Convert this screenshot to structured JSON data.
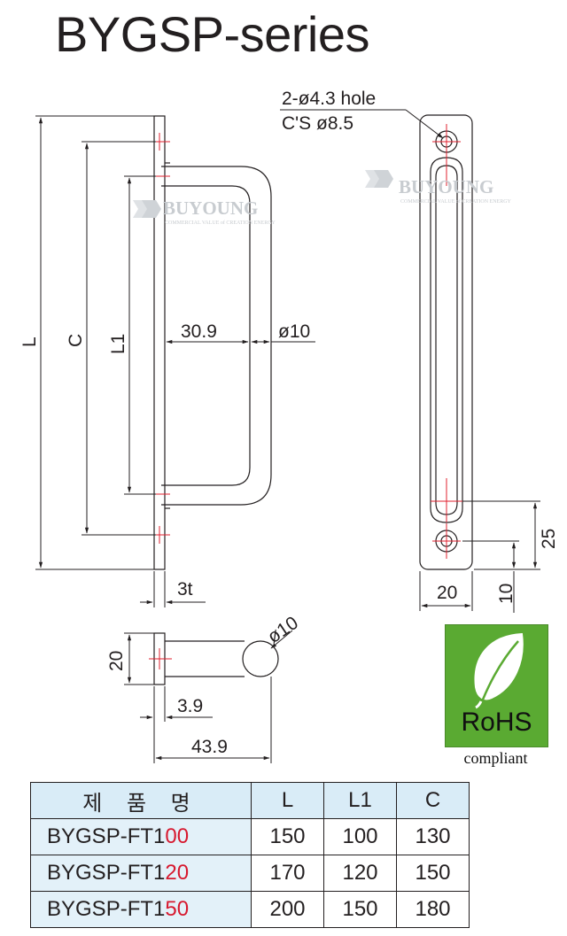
{
  "title": "BYGSP-series",
  "callouts": {
    "hole": "2-ø4.3 hole",
    "countersink": "C'S ø8.5"
  },
  "dimensions": {
    "L": "L",
    "C": "C",
    "L1": "L1",
    "width_30_9": "30.9",
    "dia_10_front": "ø10",
    "thickness": "3t",
    "width_20": "20",
    "pitch_25": "25",
    "edge_10": "10",
    "height_20": "20",
    "dia_10_side": "ø10",
    "offset_3_9": "3.9",
    "depth_43_9": "43.9"
  },
  "watermark": {
    "brand": "BUYOUNG",
    "tagline": "COMMERCIAL VALUE of CREATION ENERGY"
  },
  "rohs": {
    "label": "RoHS",
    "caption": "compliant",
    "color": "#5aaa32"
  },
  "table": {
    "headers": [
      "제 품 명",
      "L",
      "L1",
      "C"
    ],
    "rows": [
      {
        "name_prefix": "BYGSP-FT1",
        "name_suffix": "00",
        "L": "150",
        "L1": "100",
        "C": "130"
      },
      {
        "name_prefix": "BYGSP-FT1",
        "name_suffix": "20",
        "L": "170",
        "L1": "120",
        "C": "150"
      },
      {
        "name_prefix": "BYGSP-FT1",
        "name_suffix": "50",
        "L": "200",
        "L1": "150",
        "C": "180"
      }
    ],
    "highlight_color": "#d7192f"
  }
}
